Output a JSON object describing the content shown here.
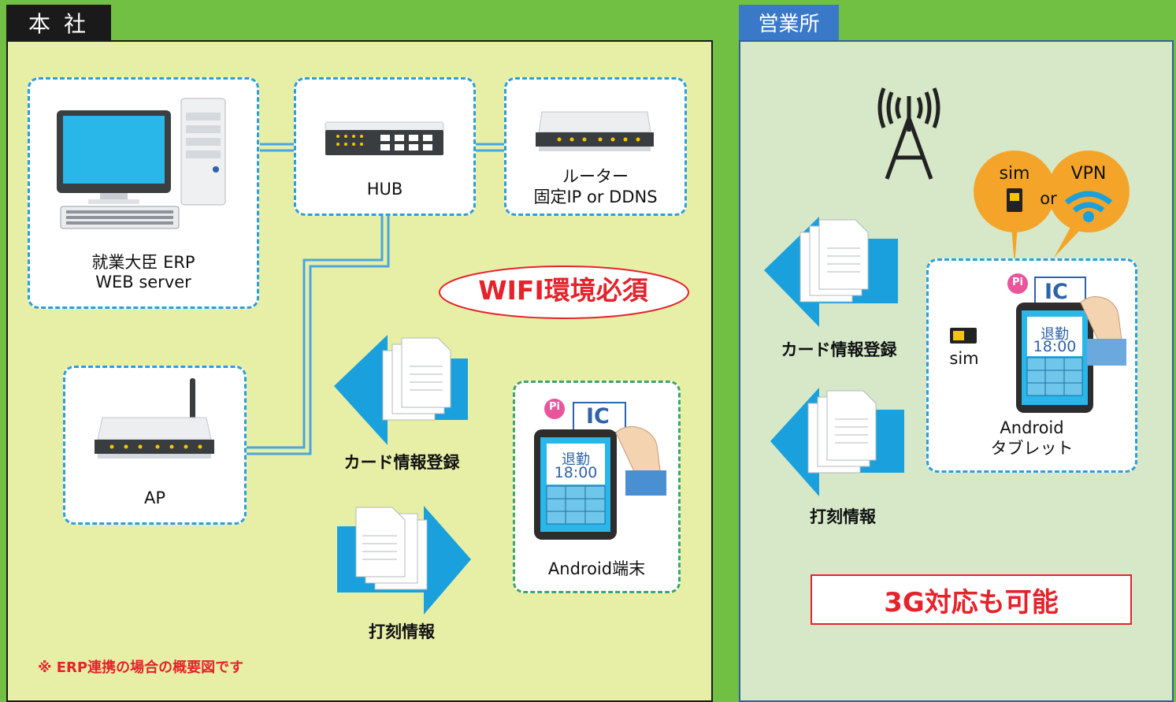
{
  "hq": {
    "tab": "本 社",
    "server_line1": "就業大臣 ERP",
    "server_line2": "WEB server",
    "hub": "HUB",
    "router_line1": "ルーター",
    "router_line2": "固定IP or DDNS",
    "ap": "AP",
    "wifi_required": "WIFI環境必須",
    "card_register": "カード情報登録",
    "punch_info": "打刻情報",
    "android": "Android端末",
    "note": "※ ERP連携の場合の概要図です"
  },
  "branch": {
    "tab": "営業所",
    "sim_bubble": "sim",
    "vpn_bubble": "VPN",
    "or": "or",
    "sim_label": "sim",
    "card_register": "カード情報登録",
    "punch_info": "打刻情報",
    "tablet_line1": "Android",
    "tablet_line2": "タブレット",
    "g3": "3G対応も可能"
  },
  "device": {
    "pi": "Pi",
    "ic": "IC",
    "status": "退勤",
    "time": "18:00"
  },
  "colors": {
    "background": "#72c043",
    "hq_panel": "#e7efa6",
    "branch_panel": "#d6e8c8",
    "hq_tab": "#1a1a1a",
    "branch_tab": "#3a79c8",
    "cyan_border": "#2d9ed9",
    "green_border": "#3fa665",
    "cable": "#4aa6de",
    "arrow": "#1aa0dc",
    "red": "#e4232b",
    "bubble": "#f4a529",
    "card": "#2f63a8"
  }
}
